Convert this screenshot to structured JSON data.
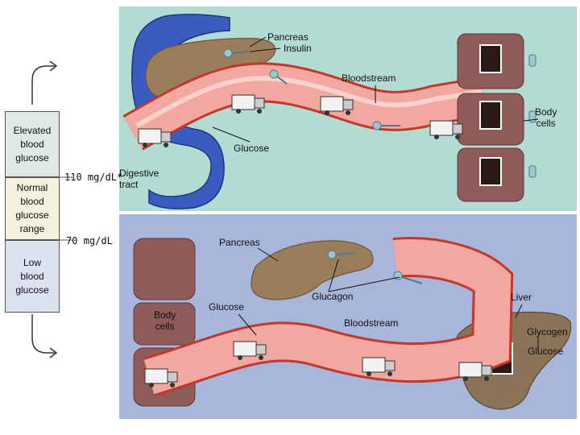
{
  "scale": {
    "elevated": "Elevated\nblood\nglucose",
    "normal": "Normal\nblood\nglucose\nrange",
    "low": "Low\nblood\nglucose",
    "threshold_high": "110 mg/dL*",
    "threshold_low": "70 mg/dL"
  },
  "top_panel": {
    "pancreas_label": "Pancreas",
    "insulin_label": "Insulin",
    "bloodstream_label": "Bloodstream",
    "body_cells_label": "Body\ncells",
    "glucose_label": "Glucose",
    "digestive_label": "Digestive\ntract"
  },
  "bottom_panel": {
    "pancreas_label": "Pancreas",
    "glucagon_label": "Glucagon",
    "liver_label": "Liver",
    "body_cells_label": "Body\ncells",
    "glucose_label": "Glucose",
    "bloodstream_label": "Bloodstream",
    "glycogen_label": "Glycogen",
    "glucose_store_label": "Glucose"
  },
  "colors": {
    "top_bg": "#b4dbd2",
    "bottom_bg": "#a9b6dc",
    "vessel": "#f2a7a1",
    "vessel_edge": "#c0392b",
    "pancreas": "#9a7e5c",
    "digestive": "#3a5bbf",
    "cell": "#8f5a5a",
    "elevated": "#dfe8e5",
    "normal": "#f4f1dc",
    "low": "#dde2f1"
  }
}
